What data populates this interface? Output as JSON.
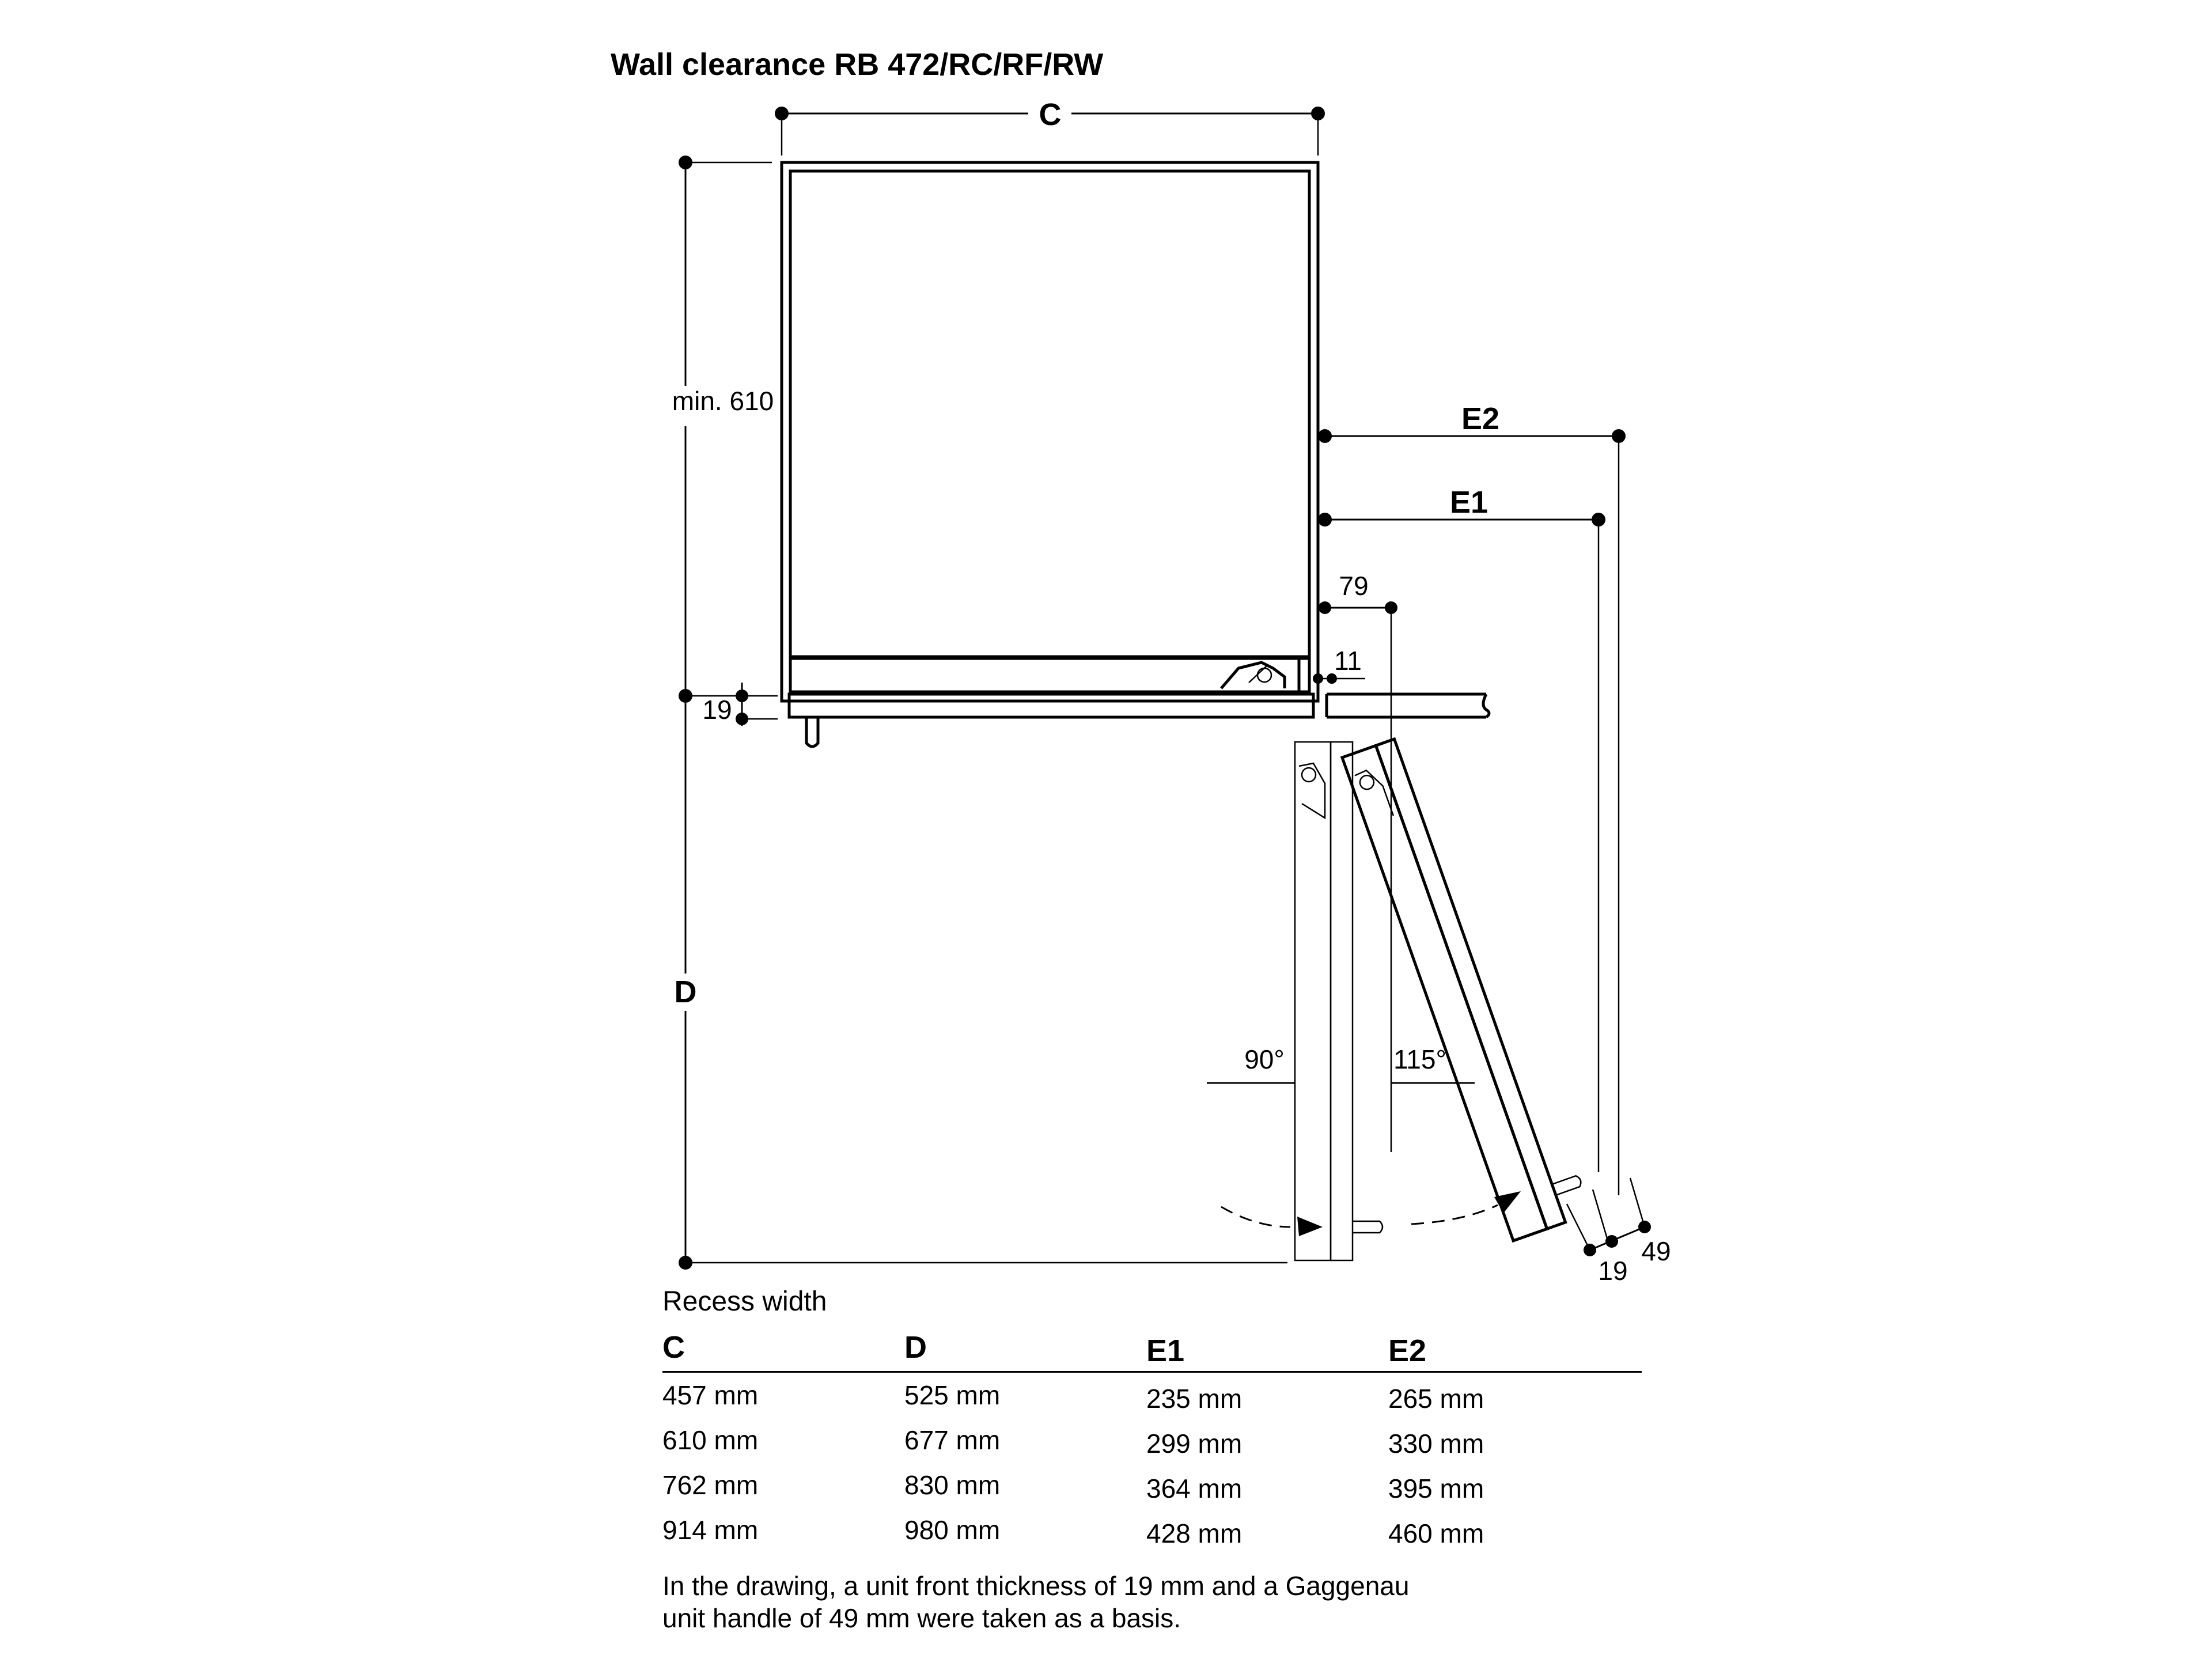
{
  "title": "Wall clearance RB 472/RC/RF/RW",
  "dimension_labels": {
    "C": "C",
    "D": "D",
    "E1": "E1",
    "E2": "E2",
    "min": "min. 610",
    "d79": "79",
    "d11": "11",
    "d19_left": "19",
    "d19_bottom": "19",
    "d49": "49",
    "angle90": "90°",
    "angle115": "115°"
  },
  "table": {
    "caption": "Recess width",
    "headers": [
      "C",
      "D",
      "E1",
      "E2"
    ],
    "rows": [
      [
        "457 mm",
        "525 mm",
        "235 mm",
        "265 mm"
      ],
      [
        "610 mm",
        "677 mm",
        "299 mm",
        "330 mm"
      ],
      [
        "762 mm",
        "830 mm",
        "364 mm",
        "395 mm"
      ],
      [
        "914 mm",
        "980 mm",
        "428 mm",
        "460 mm"
      ]
    ]
  },
  "footnote": {
    "line1": "In the drawing, a unit front thickness of 19 mm and a Gaggenau",
    "line2": "unit handle of 49 mm were taken as a basis."
  }
}
